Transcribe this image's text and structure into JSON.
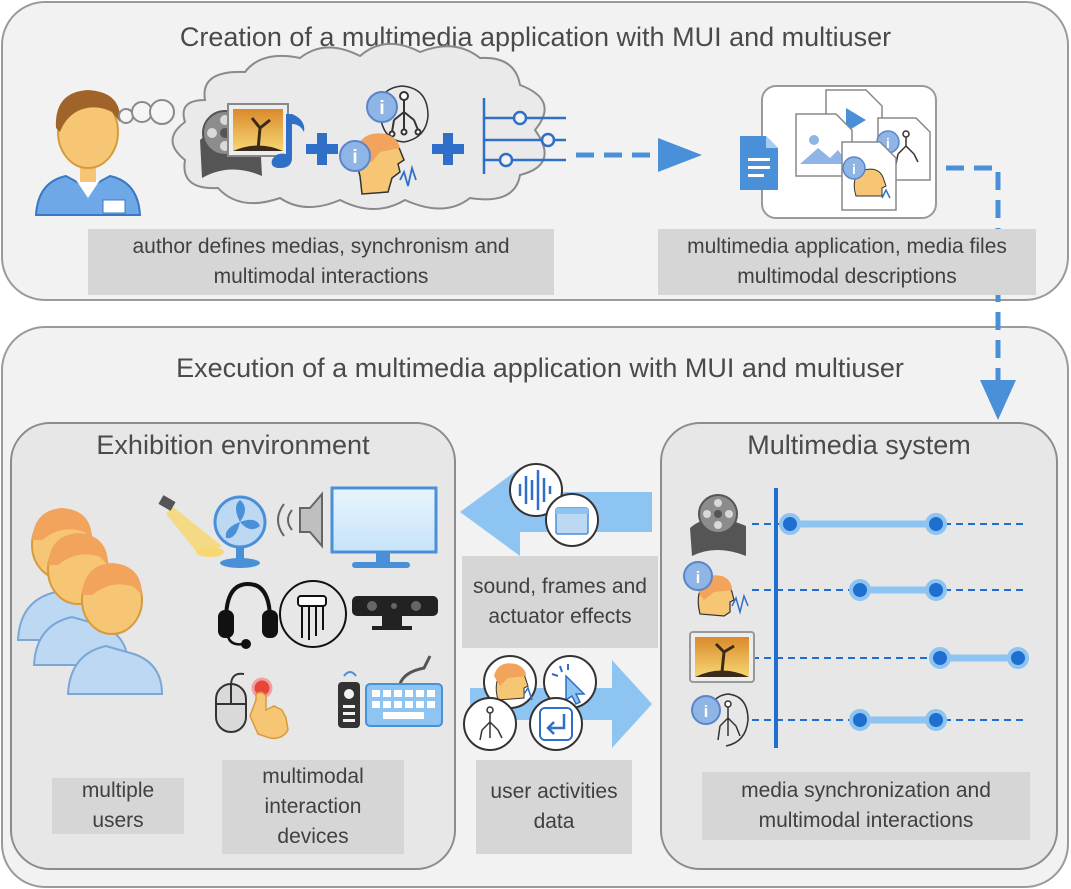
{
  "creation": {
    "title": "Creation of a multimedia application with MUI and multiuser",
    "author_caption": "author defines medias, synchronism and multimodal interactions",
    "app_caption": "multimedia application, media files multimodal descriptions"
  },
  "execution": {
    "title": "Execution of a multimedia application with MUI and multiuser"
  },
  "exhibition": {
    "title": "Exhibition environment",
    "users_caption": "multiple users",
    "devices_caption": "multimodal interaction devices"
  },
  "flow": {
    "output_caption": "sound, frames and actuator effects",
    "input_caption": "user activities data"
  },
  "system": {
    "title": "Multimedia system",
    "caption": "media synchronization and multimodal interactions"
  },
  "icons": [
    "author-icon",
    "thought-cloud",
    "film-reel-icon",
    "image-icon",
    "music-note-icon",
    "plus-icon",
    "info-badge-icon",
    "multimodal-tree-icon",
    "head-profile-icon",
    "timeline-icon",
    "document-icon",
    "video-file-icon",
    "image-file-icon",
    "users-group-icon",
    "spotlight-icon",
    "fan-icon",
    "speaker-icon",
    "monitor-icon",
    "headset-icon",
    "gesture-sensor-icon",
    "kinect-sensor-icon",
    "mouse-icon",
    "touch-hand-icon",
    "remote-control-icon",
    "keyboard-icon",
    "sound-wave-icon",
    "frames-icon",
    "cursor-click-icon",
    "enter-key-icon"
  ],
  "colors": {
    "accent_blue": "#4a90d9",
    "light_blue": "#8dc4f2",
    "dark_blue": "#1f6fd1",
    "panel_fill": "#f2f2f2",
    "caption_fill": "#d6d6d6",
    "skin": "#f7c675"
  }
}
